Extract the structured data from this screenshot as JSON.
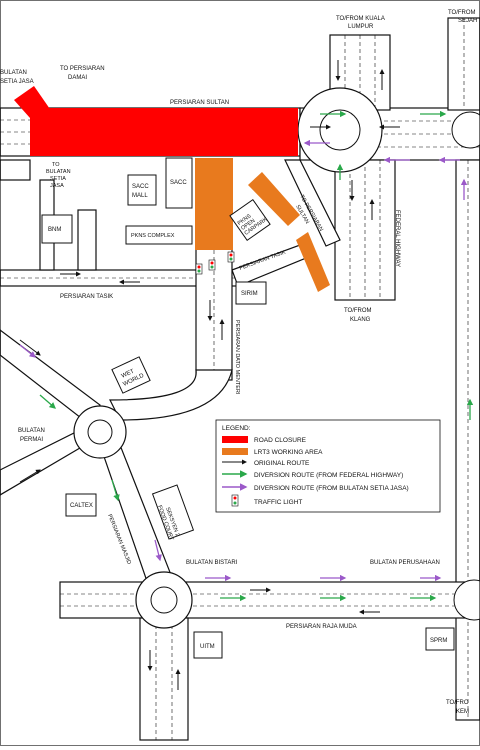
{
  "labels": {
    "to_kl": [
      "TO/FROM KUALA",
      "LUMPUR"
    ],
    "to_sejahtera": [
      "TO/FROM",
      "SEJAH"
    ],
    "bulatan_setia_jasa": [
      "BULATAN",
      "SETIA JASA"
    ],
    "to_persiaran_damai": [
      "TO PERSIARAN",
      "DAMAI"
    ],
    "persiaran_sultan": "PERSIARAN SULTAN",
    "to_bulatan_setia_jasa": [
      "TO",
      "BULATAN",
      "SETIA",
      "JASA"
    ],
    "to_persiaran_sultan": [
      "TO PERSIARAN",
      "SULTAN"
    ],
    "federal_highway": "FEDERAL HIGHWAY",
    "persiaran_tasik_right": "PERSIARAN TASIK",
    "persiaran_tasik_left": "PERSIARAN TASIK",
    "to_klang": [
      "TO/FROM",
      "KLANG"
    ],
    "persiaran_dato_menteri": "PERSIARAN DATO MENTERI",
    "bulatan_permai": [
      "BULATAN",
      "PERMAI"
    ],
    "persiaran_masjid": "PERSIARAN MASJID",
    "bulatan_bistari": "BULATAN BISTARI",
    "bulatan_perusahaan": "BULATAN PERUSAHAAN",
    "persiaran_raja_muda": "PERSIARAN RAJA MUDA",
    "to_kem": [
      "TO/FRO",
      "KEM"
    ]
  },
  "buildings": {
    "sacc_mall": [
      "SACC",
      "MALL"
    ],
    "sacc": "SACC",
    "bnm": "BNM",
    "pkns_complex": "PKNS COMPLEX",
    "pkns_carpark": [
      "PKNS",
      "OPEN",
      "CARPARK"
    ],
    "sirim": "SIRIM",
    "wet_world": [
      "WET",
      "WORLD"
    ],
    "caltex": "CALTEX",
    "seksyen2": [
      "SEKSYEN 2",
      "FOOD COURT"
    ],
    "uitm": "UITM",
    "sprm": "SPRM"
  },
  "legend": {
    "title": "LEGEND:",
    "items": [
      {
        "key": "road_closure",
        "label": "ROAD CLOSURE",
        "color": "#ff0000"
      },
      {
        "key": "lrt3",
        "label": "LRT3 WORKING AREA",
        "color": "#e87a1e"
      },
      {
        "key": "original",
        "label": "ORIGINAL ROUTE",
        "color": "#111111"
      },
      {
        "key": "div_federal",
        "label": "DIVERSION ROUTE (FROM FEDERAL HIGHWAY)",
        "color": "#2aa84a"
      },
      {
        "key": "div_setia",
        "label": "DIVERSION ROUTE (FROM BULATAN SETIA JASA)",
        "color": "#9b59c9"
      },
      {
        "key": "traffic_light",
        "label": "TRAFFIC LIGHT",
        "color": "#2aa84a"
      }
    ]
  },
  "colors": {
    "closure": "#ff0000",
    "lrt3": "#e87a1e",
    "green": "#2aa84a",
    "purple": "#9b59c9"
  }
}
